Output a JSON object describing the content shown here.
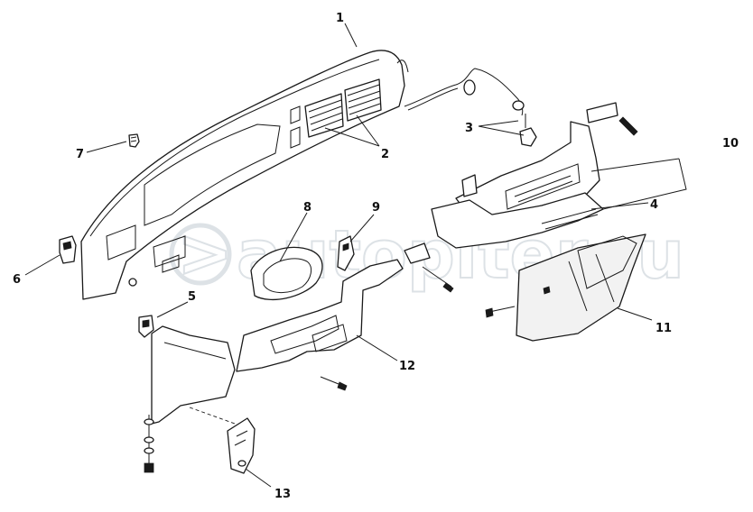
{
  "diagram": {
    "watermark": "autopiter.ru",
    "callouts": [
      {
        "id": "c1",
        "label": "1"
      },
      {
        "id": "c2",
        "label": "2"
      },
      {
        "id": "c3",
        "label": "3"
      },
      {
        "id": "c4",
        "label": "4"
      },
      {
        "id": "c5",
        "label": "5"
      },
      {
        "id": "c6",
        "label": "6"
      },
      {
        "id": "c7",
        "label": "7"
      },
      {
        "id": "c8",
        "label": "8"
      },
      {
        "id": "c9",
        "label": "9"
      },
      {
        "id": "c10",
        "label": "10"
      },
      {
        "id": "c11",
        "label": "11"
      },
      {
        "id": "c12",
        "label": "12"
      },
      {
        "id": "c13",
        "label": "13"
      }
    ]
  }
}
